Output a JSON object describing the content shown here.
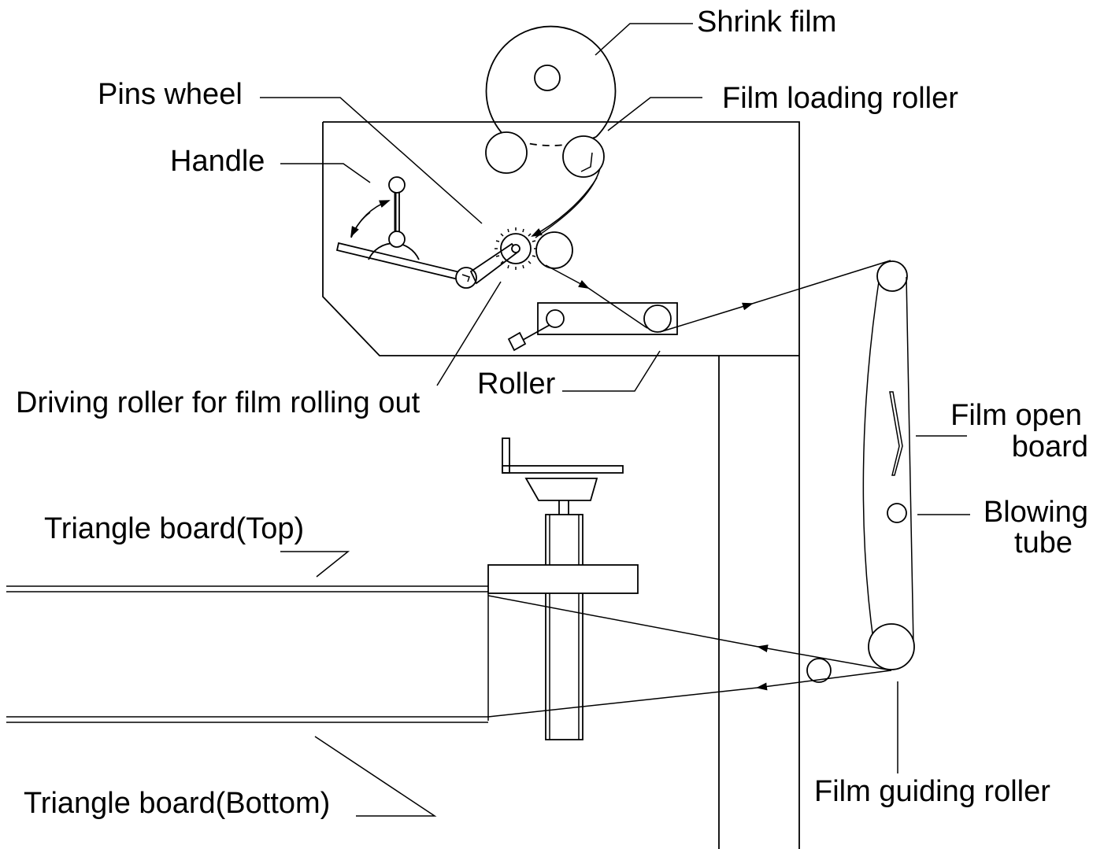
{
  "labels": {
    "shrink_film": "Shrink film",
    "pins_wheel": "Pins wheel",
    "film_loading_roller": "Film loading roller",
    "handle": "Handle",
    "roller": "Roller",
    "driving_roller": "Driving roller for film rolling out",
    "film_open_board_line1": "Film open",
    "film_open_board_line2": "board",
    "blowing_tube_line1": "Blowing",
    "blowing_tube_line2": "tube",
    "triangle_board_top": "Triangle board(Top)",
    "triangle_board_bottom": "Triangle board(Bottom)",
    "film_guiding_roller": "Film guiding roller"
  }
}
